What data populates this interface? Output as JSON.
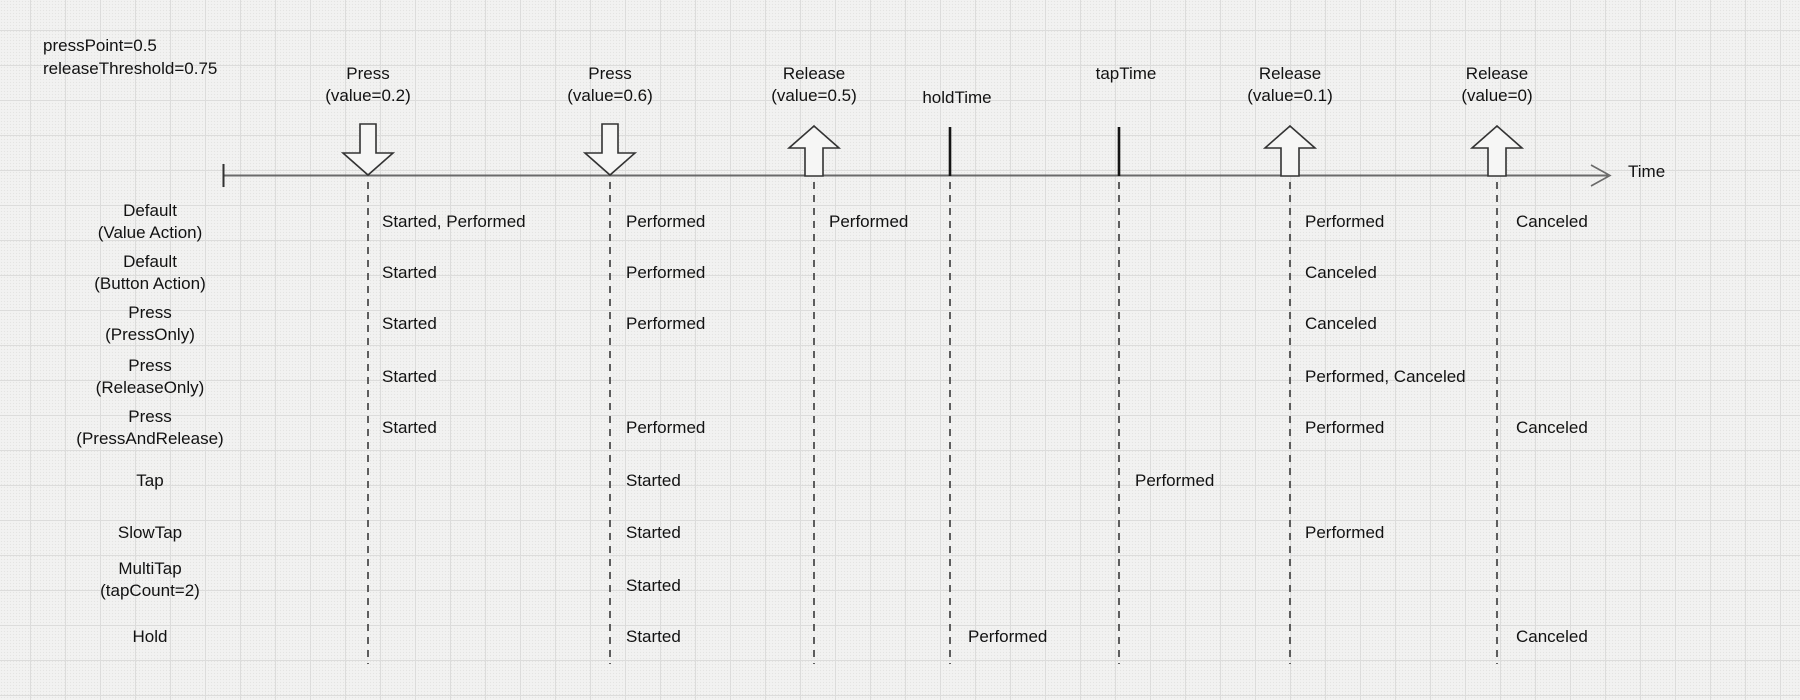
{
  "params": [
    "pressPoint=0.5",
    "releaseThreshold=0.75"
  ],
  "axis_label": "Time",
  "events": [
    {
      "line1": "Press",
      "line2": "(value=0.2)",
      "marker": "arrow-down"
    },
    {
      "line1": "Press",
      "line2": "(value=0.6)",
      "marker": "arrow-down"
    },
    {
      "line1": "Release",
      "line2": "(value=0.5)",
      "marker": "arrow-up"
    },
    {
      "line1": "holdTime",
      "marker": "tick"
    },
    {
      "line1": "tapTime",
      "marker": "tick"
    },
    {
      "line1": "Release",
      "line2": "(value=0.1)",
      "marker": "arrow-up"
    },
    {
      "line1": "Release",
      "line2": "(value=0)",
      "marker": "arrow-up"
    }
  ],
  "rows": [
    {
      "line1": "Default",
      "line2": "(Value Action)",
      "cells": {
        "0": "Started, Performed",
        "1": "Performed",
        "2": "Performed",
        "5": "Performed",
        "6": "Canceled"
      }
    },
    {
      "line1": "Default",
      "line2": "(Button Action)",
      "cells": {
        "0": "Started",
        "1": "Performed",
        "5": "Canceled"
      }
    },
    {
      "line1": "Press",
      "line2": "(PressOnly)",
      "cells": {
        "0": "Started",
        "1": "Performed",
        "5": "Canceled"
      }
    },
    {
      "line1": "Press",
      "line2": "(ReleaseOnly)",
      "cells": {
        "0": "Started",
        "5": "Performed, Canceled"
      }
    },
    {
      "line1": "Press",
      "line2": "(PressAndRelease)",
      "cells": {
        "0": "Started",
        "1": "Performed",
        "5": "Performed",
        "6": "Canceled"
      }
    },
    {
      "line1": "Tap",
      "cells": {
        "1": "Started",
        "4": "Performed"
      }
    },
    {
      "line1": "SlowTap",
      "cells": {
        "1": "Started",
        "5": "Performed"
      }
    },
    {
      "line1": "MultiTap",
      "line2": "(tapCount=2)",
      "cells": {
        "1": "Started"
      }
    },
    {
      "line1": "Hold",
      "cells": {
        "1": "Started",
        "3": "Performed",
        "6": "Canceled"
      }
    }
  ]
}
